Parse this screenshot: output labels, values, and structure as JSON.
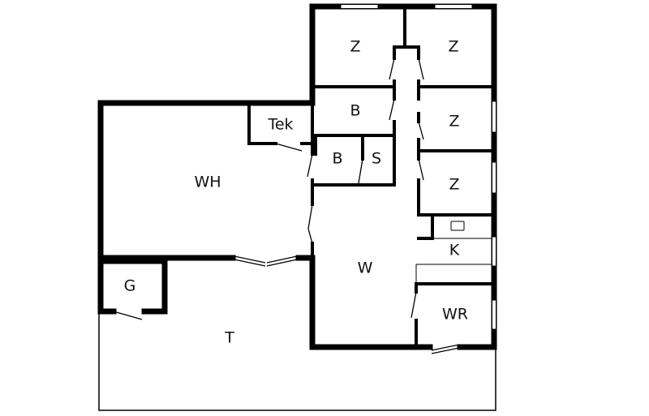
{
  "rooms": {
    "z1": "Z",
    "z2": "Z",
    "z3": "Z",
    "z4": "Z",
    "b1": "B",
    "b2": "B",
    "s": "S",
    "tek": "Tek",
    "wh": "WH",
    "w": "W",
    "k": "K",
    "wr": "WR",
    "g": "G",
    "t": "T"
  },
  "colors": {
    "wall": "#000000",
    "background": "#ffffff"
  }
}
